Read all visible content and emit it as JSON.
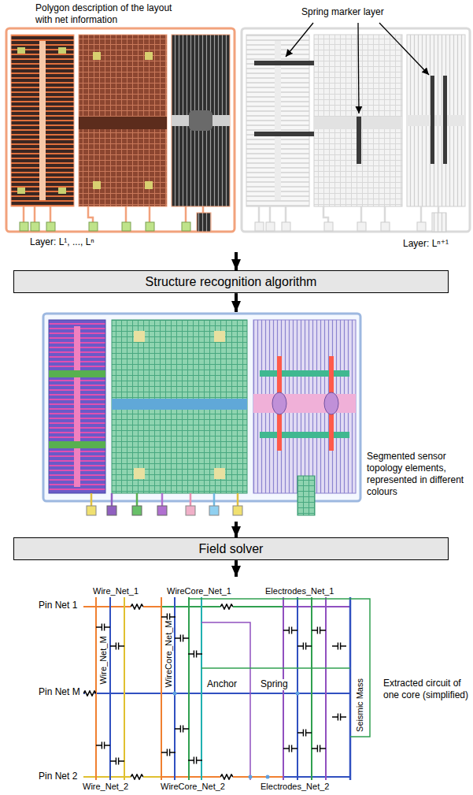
{
  "diagram": {
    "nodes": [
      {
        "text": [
          "Polygon description of the layout with net information",
          "Spring marker layer",
          "Layer: L¹, ..., Lⁿ",
          "Layer: Lⁿ⁺¹"
        ]
      },
      {
        "text": [
          "Structure recognition algorithm"
        ]
      },
      {
        "text": [
          "Segmented sensor topology elements, represented in different colours"
        ]
      },
      {
        "text": [
          "Field solver"
        ]
      },
      {
        "text": [
          "Extracted circuit of one core (simplified)"
        ]
      }
    ],
    "edges": [
      {
        "from": 0,
        "to": 1,
        "arrow": "to"
      },
      {
        "from": 1,
        "to": 2,
        "arrow": "to"
      },
      {
        "from": 2,
        "to": 3,
        "arrow": "to"
      },
      {
        "from": 3,
        "to": 4,
        "arrow": "to"
      }
    ],
    "labels": [
      "Wire_Net_1",
      "WireCore_Net_1",
      "Electrodes_Net_1",
      "Pin Net 1",
      "Wire_Net_M",
      "WireCore_Net_M",
      "Anchor",
      "Spring",
      "Pin Net M",
      "Seismic Mass",
      "Pin Net 2",
      "Wire_Net_2",
      "WireCore_Net_2",
      "Electrodes_Net_2"
    ]
  }
}
